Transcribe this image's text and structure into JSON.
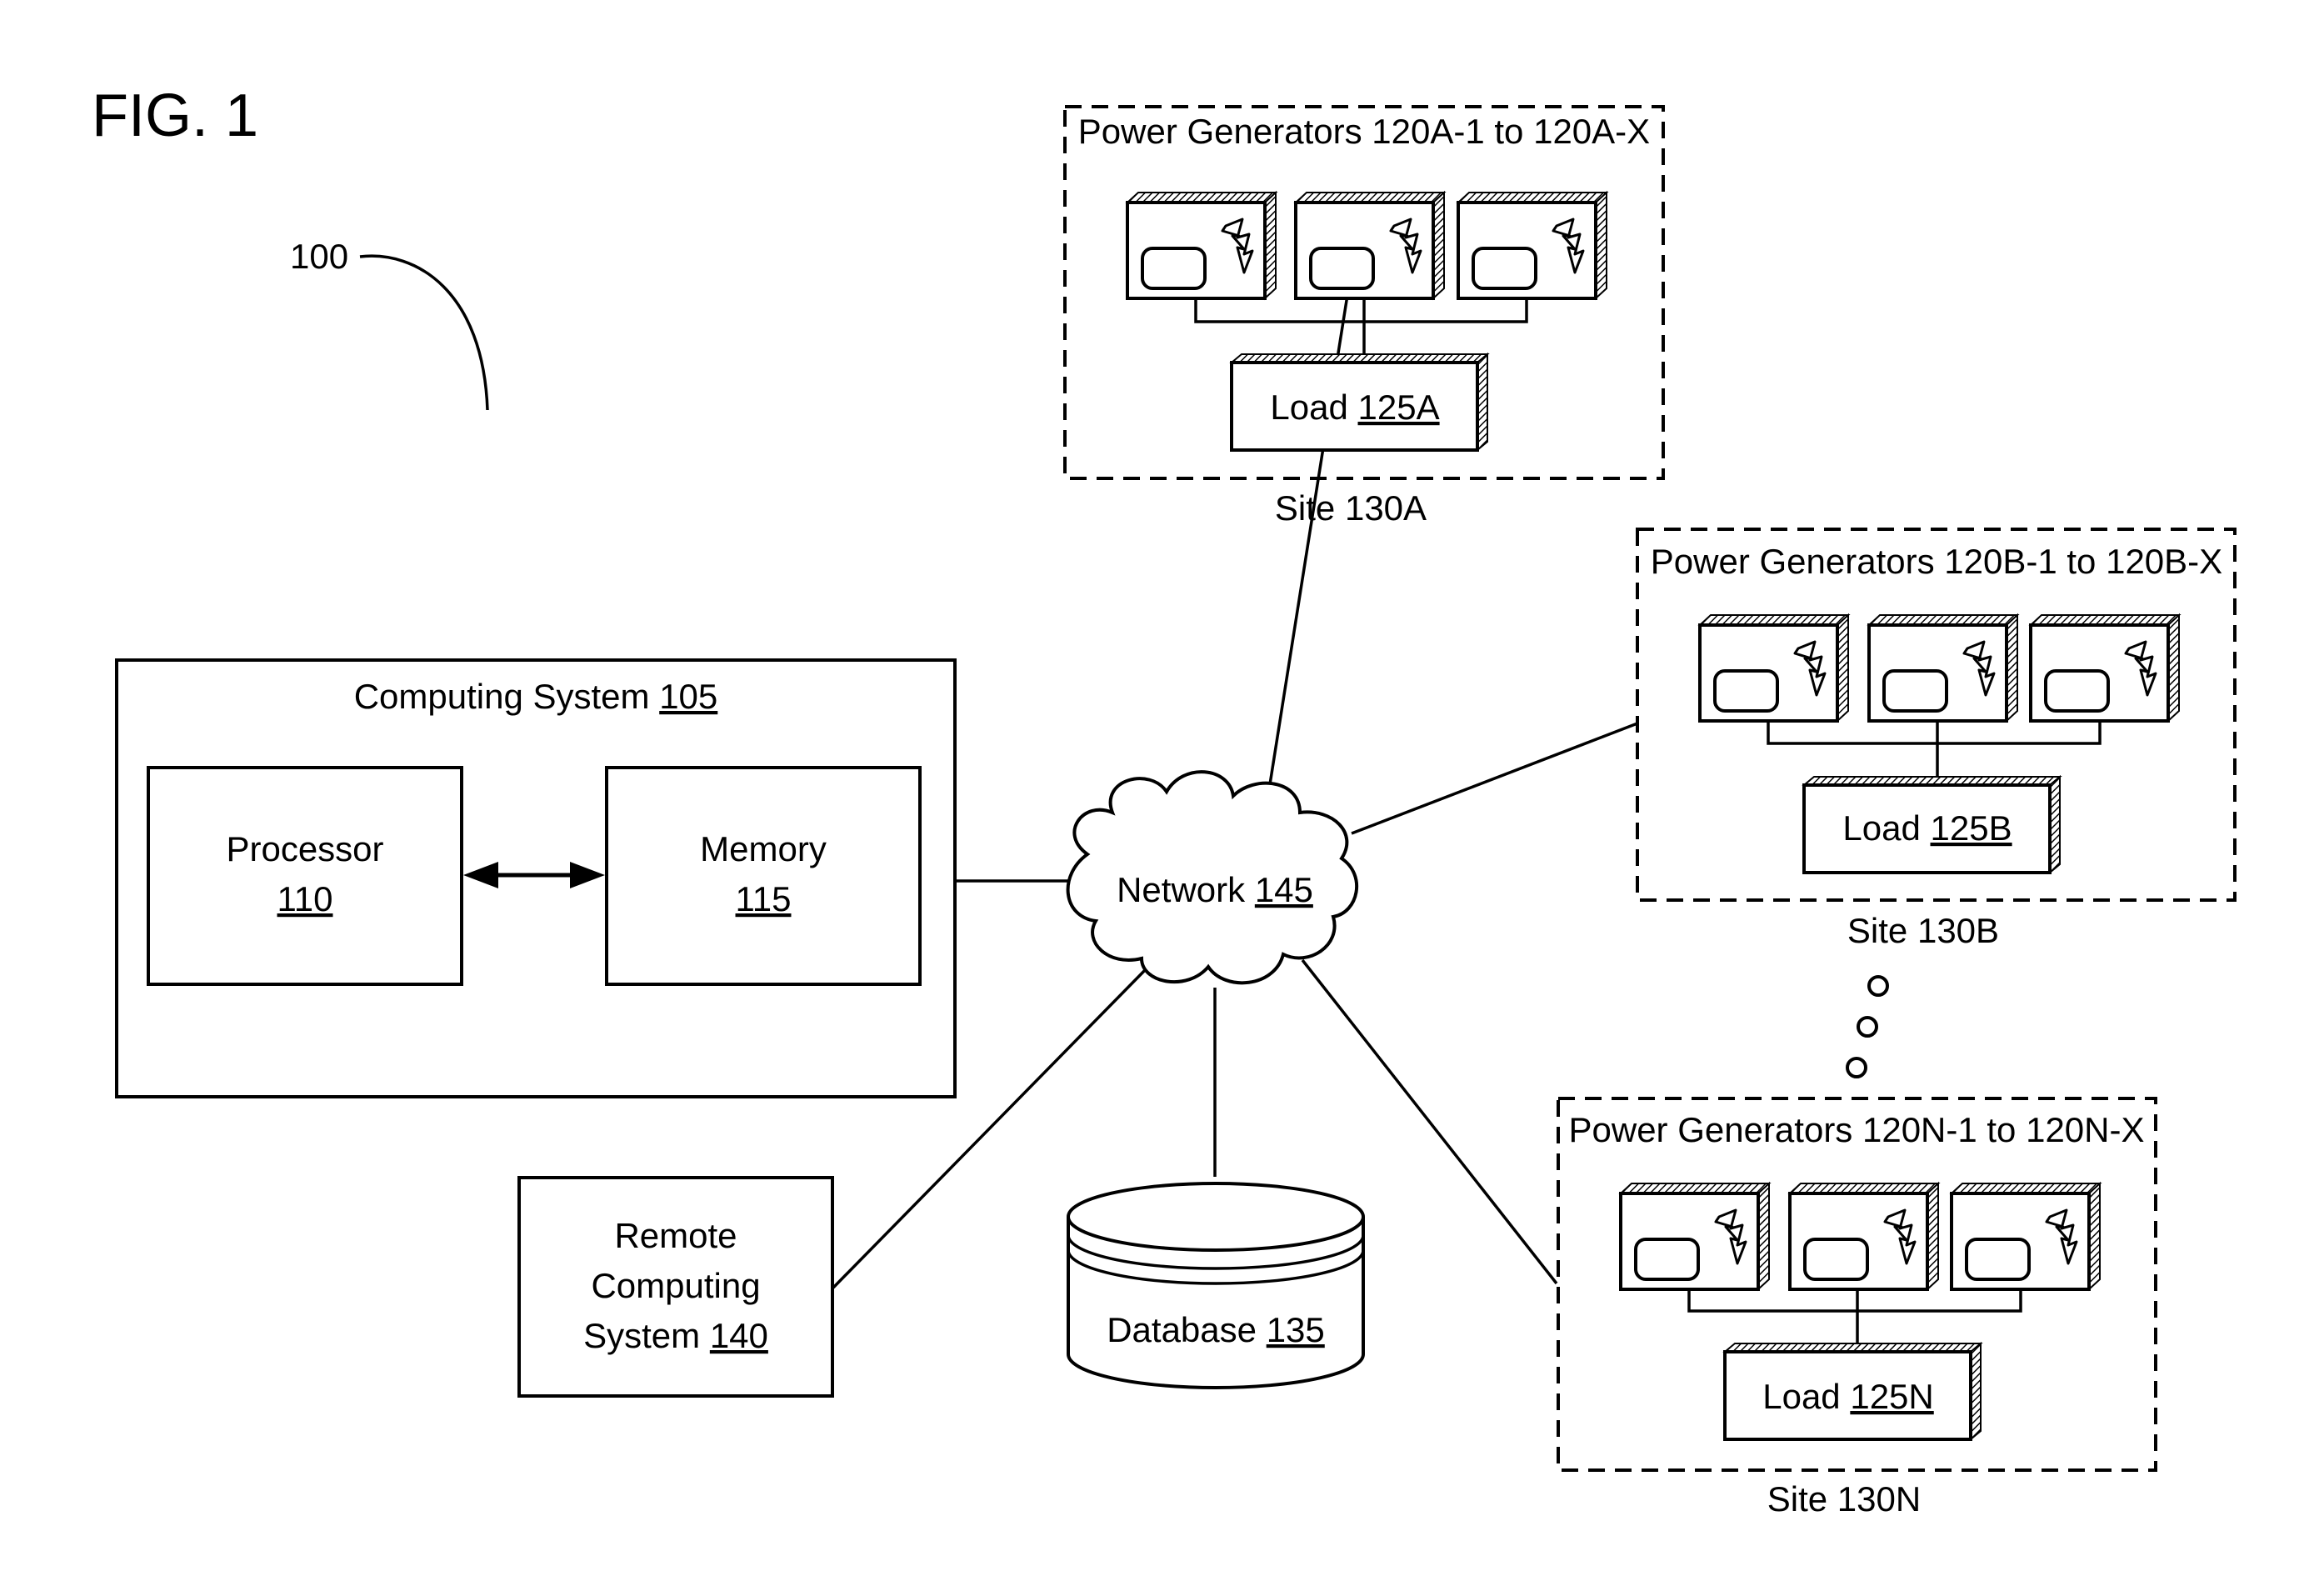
{
  "figure": {
    "fig_label": "FIG. 1",
    "system_ref": "100"
  },
  "computing_system": {
    "label": "Computing System",
    "ref": "105",
    "processor": {
      "label": "Processor",
      "ref": "110"
    },
    "memory": {
      "label": "Memory",
      "ref": "115"
    }
  },
  "network": {
    "label": "Network",
    "ref": "145"
  },
  "database": {
    "label": "Database",
    "ref": "135"
  },
  "remote_computing_system": {
    "line1": "Remote",
    "line2": "Computing",
    "line3": "System",
    "ref": "140"
  },
  "sites": [
    {
      "generators_label": "Power Generators 120A-1 to 120A-X",
      "load_label": "Load",
      "load_ref": "125A",
      "site_label": "Site 130A"
    },
    {
      "generators_label": "Power Generators 120B-1 to 120B-X",
      "load_label": "Load",
      "load_ref": "125B",
      "site_label": "Site 130B"
    },
    {
      "generators_label": "Power Generators 120N-1 to 120N-X",
      "load_label": "Load",
      "load_ref": "125N",
      "site_label": "Site 130N"
    }
  ],
  "icons": {
    "generator": "power-generator-icon",
    "network": "cloud-icon",
    "database": "database-cylinder-icon",
    "ellipsis": "vertical-ellipsis-dots"
  }
}
